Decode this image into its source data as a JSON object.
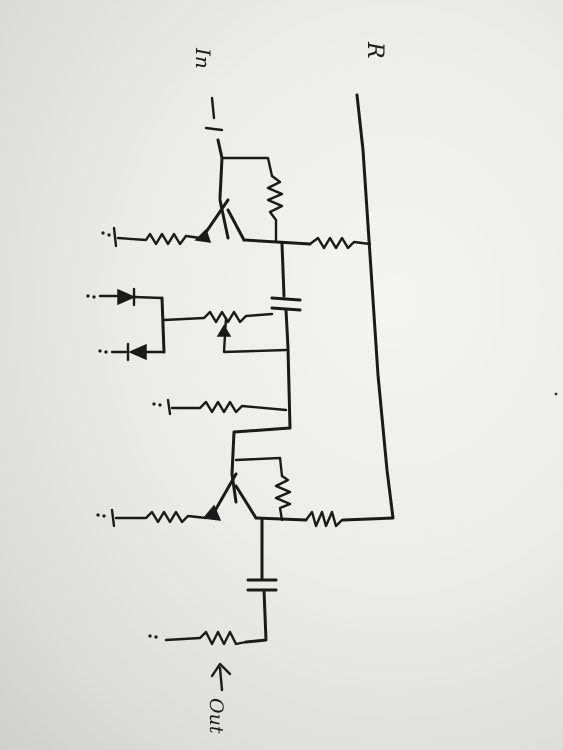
{
  "labels": {
    "input": "In",
    "supply": "R",
    "output": "Out"
  },
  "colors": {
    "ink": "#1a1a1a",
    "paper": "#ececea"
  },
  "icons": {
    "output_arrow": "arrow-left-icon"
  }
}
